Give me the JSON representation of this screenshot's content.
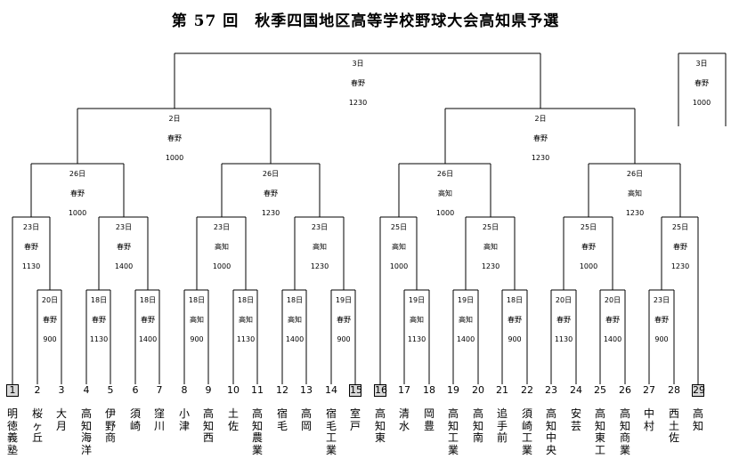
{
  "title": "第 57 回　秋季四国地区高等学校野球大会高知県予選",
  "teams": [
    {
      "num": "1",
      "name": "明徳義塾",
      "seed": true
    },
    {
      "num": "2",
      "name": "桜ヶ丘",
      "seed": false
    },
    {
      "num": "3",
      "name": "大　月",
      "seed": false
    },
    {
      "num": "4",
      "name": "高知海洋",
      "seed": false
    },
    {
      "num": "5",
      "name": "伊野商",
      "seed": false
    },
    {
      "num": "6",
      "name": "須　崎",
      "seed": false
    },
    {
      "num": "7",
      "name": "窪　川",
      "seed": false
    },
    {
      "num": "8",
      "name": "小　津",
      "seed": false
    },
    {
      "num": "9",
      "name": "高知西",
      "seed": false
    },
    {
      "num": "10",
      "name": "土　佐",
      "seed": false
    },
    {
      "num": "11",
      "name": "高知農業",
      "seed": false
    },
    {
      "num": "12",
      "name": "宿　毛",
      "seed": false
    },
    {
      "num": "13",
      "name": "高　岡",
      "seed": false
    },
    {
      "num": "14",
      "name": "宿毛工業",
      "seed": false
    },
    {
      "num": "15",
      "name": "室　戸",
      "seed": true
    },
    {
      "num": "16",
      "name": "高知東",
      "seed": true
    },
    {
      "num": "17",
      "name": "清　水",
      "seed": false
    },
    {
      "num": "18",
      "name": "岡　豊",
      "seed": false
    },
    {
      "num": "19",
      "name": "高知工業",
      "seed": false
    },
    {
      "num": "20",
      "name": "高知南",
      "seed": false
    },
    {
      "num": "21",
      "name": "追手前",
      "seed": false
    },
    {
      "num": "22",
      "name": "須崎工業",
      "seed": false
    },
    {
      "num": "23",
      "name": "高知中央",
      "seed": false
    },
    {
      "num": "24",
      "name": "安　芸",
      "seed": false
    },
    {
      "num": "25",
      "name": "高知東工",
      "seed": false
    },
    {
      "num": "26",
      "name": "高知商業",
      "seed": false
    },
    {
      "num": "27",
      "name": "中　村",
      "seed": false
    },
    {
      "num": "28",
      "name": "西土佐",
      "seed": false
    },
    {
      "num": "29",
      "name": "高　知",
      "seed": true
    }
  ],
  "games": [
    {
      "date": "20日",
      "venue": "春野",
      "time": "900"
    },
    {
      "date": "18日",
      "venue": "春野",
      "time": "1130"
    },
    {
      "date": "18日",
      "venue": "春野",
      "time": "1400"
    },
    {
      "date": "18日",
      "venue": "高知",
      "time": "900"
    },
    {
      "date": "18日",
      "venue": "高知",
      "time": "1130"
    },
    {
      "date": "18日",
      "venue": "高知",
      "time": "1400"
    },
    {
      "date": "19日",
      "venue": "春野",
      "time": "900"
    },
    {
      "date": "19日",
      "venue": "高知",
      "time": "1130"
    },
    {
      "date": "19日",
      "venue": "高知",
      "time": "1400"
    },
    {
      "date": "18日",
      "venue": "春野",
      "time": "900"
    },
    {
      "date": "20日",
      "venue": "春野",
      "time": "1130"
    },
    {
      "date": "20日",
      "venue": "春野",
      "time": "1400"
    },
    {
      "date": "23日",
      "venue": "春野",
      "time": "900"
    },
    {
      "date": "23日",
      "venue": "春野",
      "time": "1130"
    },
    {
      "date": "23日",
      "venue": "春野",
      "time": "1400"
    },
    {
      "date": "23日",
      "venue": "高知",
      "time": "1000"
    },
    {
      "date": "23日",
      "venue": "高知",
      "time": "1230"
    },
    {
      "date": "25日",
      "venue": "高知",
      "time": "1000"
    },
    {
      "date": "25日",
      "venue": "高知",
      "time": "1230"
    },
    {
      "date": "25日",
      "venue": "春野",
      "time": "1000"
    },
    {
      "date": "25日",
      "venue": "春野",
      "time": "1230"
    },
    {
      "date": "26日",
      "venue": "春野",
      "time": "1000"
    },
    {
      "date": "26日",
      "venue": "春野",
      "time": "1230"
    },
    {
      "date": "26日",
      "venue": "高知",
      "time": "1000"
    },
    {
      "date": "26日",
      "venue": "高知",
      "time": "1230"
    },
    {
      "date": "2日",
      "venue": "春野",
      "time": "1000"
    },
    {
      "date": "2日",
      "venue": "春野",
      "time": "1230"
    },
    {
      "date": "3日",
      "venue": "春野",
      "time": "1230"
    },
    {
      "date": "3日",
      "venue": "春野",
      "time": "1000"
    }
  ]
}
